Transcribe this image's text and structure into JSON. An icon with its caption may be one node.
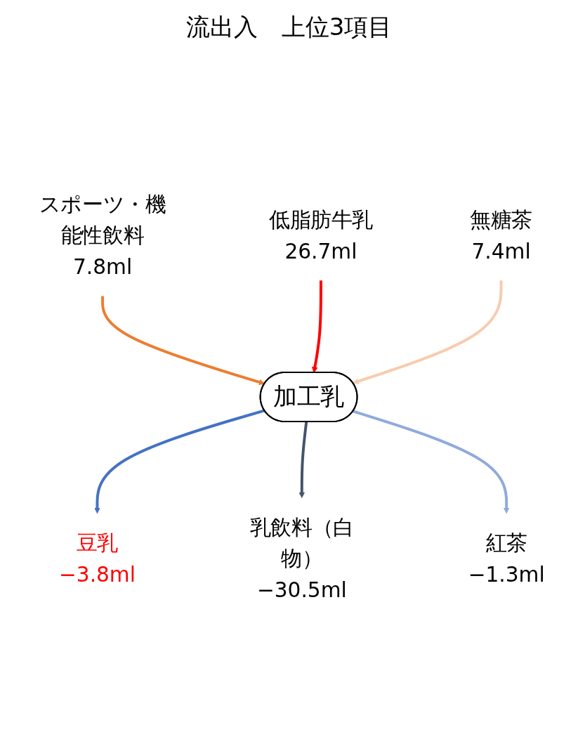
{
  "diagram": {
    "title": "流出入　上位3項目",
    "nodes": [
      {
        "text": [
          "スポーツ・機能性飲料",
          "7.8ml"
        ]
      },
      {
        "text": [
          "低脂肪牛乳",
          "26.7ml"
        ]
      },
      {
        "text": [
          "無糖茶",
          "7.4ml"
        ]
      },
      {
        "text": [
          "加工乳"
        ]
      },
      {
        "text": [
          "豆乳",
          "−3.8ml"
        ]
      },
      {
        "text": [
          "乳飲料（白物）",
          "−30.5ml"
        ]
      },
      {
        "text": [
          "紅茶",
          "−1.3ml"
        ]
      }
    ],
    "edges": [
      {
        "from": 0,
        "to": 3,
        "arrow": "to",
        "color": "#ed7d31"
      },
      {
        "from": 1,
        "to": 3,
        "arrow": "to",
        "color": "#ff0000"
      },
      {
        "from": 2,
        "to": 3,
        "arrow": "to",
        "color": "#f8cbad"
      },
      {
        "from": 3,
        "to": 4,
        "arrow": "to",
        "color": "#4472c4"
      },
      {
        "from": 3,
        "to": 5,
        "arrow": "to",
        "color": "#44546a"
      },
      {
        "from": 3,
        "to": 6,
        "arrow": "to",
        "color": "#8faadc"
      }
    ]
  }
}
